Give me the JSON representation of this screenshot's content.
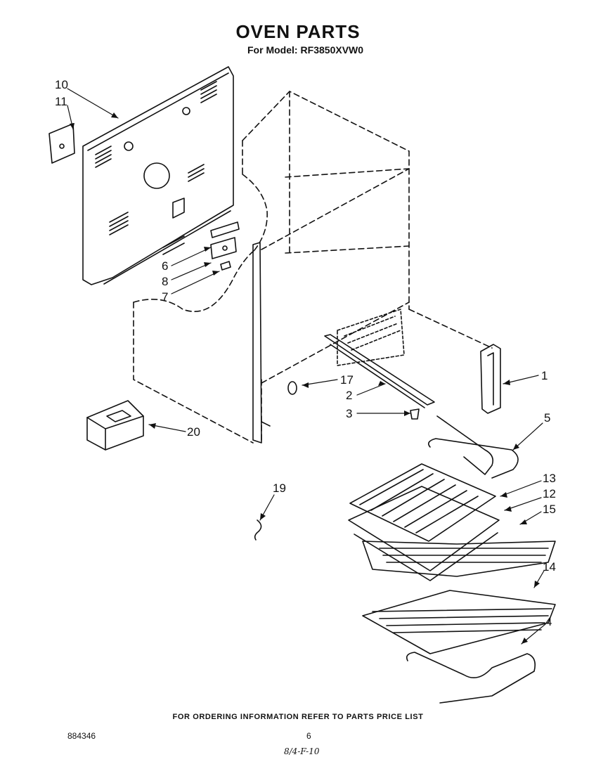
{
  "header": {
    "title": "OVEN PARTS",
    "model_label": "For Model:",
    "model_number": "RF3850XVW0"
  },
  "callouts": {
    "c1": "1",
    "c2": "2",
    "c3": "3",
    "c4": "4",
    "c5": "5",
    "c6": "6",
    "c7": "7",
    "c8": "8",
    "c10": "10",
    "c11": "11",
    "c12": "12",
    "c13": "13",
    "c14": "14",
    "c15": "15",
    "c17": "17",
    "c19": "19",
    "c20": "20"
  },
  "footer": {
    "ordering_note": "FOR ORDERING INFORMATION REFER TO PARTS PRICE LIST",
    "doc_number": "884346",
    "page_number": "6",
    "handwritten_note": "8/4-F-10"
  },
  "colors": {
    "ink": "#111111",
    "paper": "#ffffff"
  }
}
